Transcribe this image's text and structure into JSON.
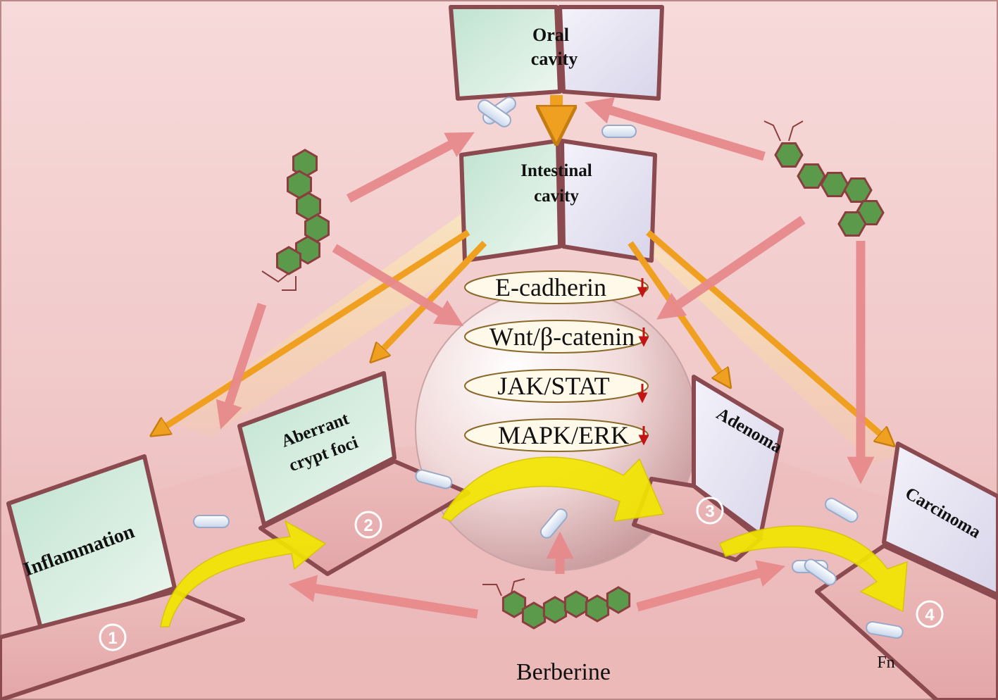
{
  "stages": {
    "oral_line1": "Oral",
    "oral_line2": "cavity",
    "intestinal_line1": "Intestinal",
    "intestinal_line2": "cavity",
    "inflammation": "Inflammation",
    "acf_line1": "Aberrant",
    "acf_line2": "crypt foci",
    "adenoma": "Adenoma",
    "carcinoma": "Carcinoma"
  },
  "pathways": [
    {
      "name": "E-cadherin"
    },
    {
      "name": "Wnt/β-catenin"
    },
    {
      "name": "JAK/STAT"
    },
    {
      "name": "MAPK/ERK"
    }
  ],
  "steps": [
    "1",
    "2",
    "3",
    "4"
  ],
  "labels": {
    "compound": "Berberine",
    "bacterium": "Fn"
  },
  "colors": {
    "background": "#f2cfcf",
    "screen_green": "#d6ecdf",
    "screen_lavender": "#e4e2f0",
    "frame": "#8a4a4f",
    "molecule_fill": "#5a9a4a",
    "molecule_stroke": "#8a3f3f",
    "pink_arrow": "#e88a8c",
    "orange_arrow": "#f5a623",
    "yellow_arrow": "#f2e600",
    "down_arrow": "#c21414"
  }
}
